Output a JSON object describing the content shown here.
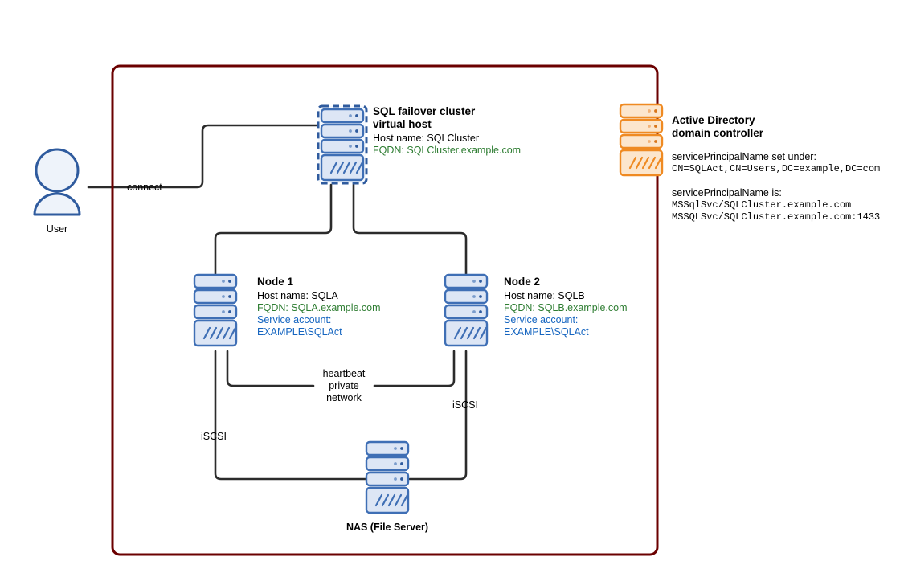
{
  "diagram": {
    "title": "SQL Server failover cluster with Active Directory",
    "boundary_color": "#6b0000",
    "colors": {
      "server_blue_stroke": "#3f6fb5",
      "server_blue_fill": "#dde6f5",
      "server_orange_stroke": "#ef8a22",
      "server_orange_fill": "#fce6cd",
      "line": "#2b2b2b",
      "fqdn_green": "#2e7d32",
      "account_blue": "#1565c0"
    }
  },
  "user": {
    "label": "User",
    "icon": "person-icon"
  },
  "edges": {
    "connect": "connect",
    "heartbeat_line1": "heartbeat",
    "heartbeat_line2": "private",
    "heartbeat_line3": "network",
    "iscsi_left": "iSCSI",
    "iscsi_right": "iSCSI"
  },
  "virtual_host": {
    "title_line1": "SQL failover cluster",
    "title_line2": "virtual host",
    "host_name": "Host name: SQLCluster",
    "fqdn": "FQDN: SQLCluster.example.com",
    "icon": "server-stack-icon"
  },
  "node1": {
    "title": "Node 1",
    "host_name": "Host name: SQLA",
    "fqdn": "FQDN: SQLA.example.com",
    "service_account_label": "Service account:",
    "service_account_value": "EXAMPLE\\SQLAct",
    "icon": "server-stack-icon"
  },
  "node2": {
    "title": "Node 2",
    "host_name": "Host name: SQLB",
    "fqdn": "FQDN: SQLB.example.com",
    "service_account_label": "Service account:",
    "service_account_value": "EXAMPLE\\SQLAct",
    "icon": "server-stack-icon"
  },
  "nas": {
    "caption": "NAS (File Server)",
    "icon": "server-stack-icon"
  },
  "active_directory": {
    "title_line1": "Active Directory",
    "title_line2": "domain controller",
    "spn_set_under_label": "servicePrincipalName set under:",
    "spn_set_under_value": "CN=SQLAct,CN=Users,DC=example,DC=com",
    "spn_is_label": "servicePrincipalName is:",
    "spn_value_1": "MSSqlSvc/SQLCluster.example.com",
    "spn_value_2": "MSSQLSvc/SQLCluster.example.com:1433",
    "icon": "server-stack-icon"
  }
}
